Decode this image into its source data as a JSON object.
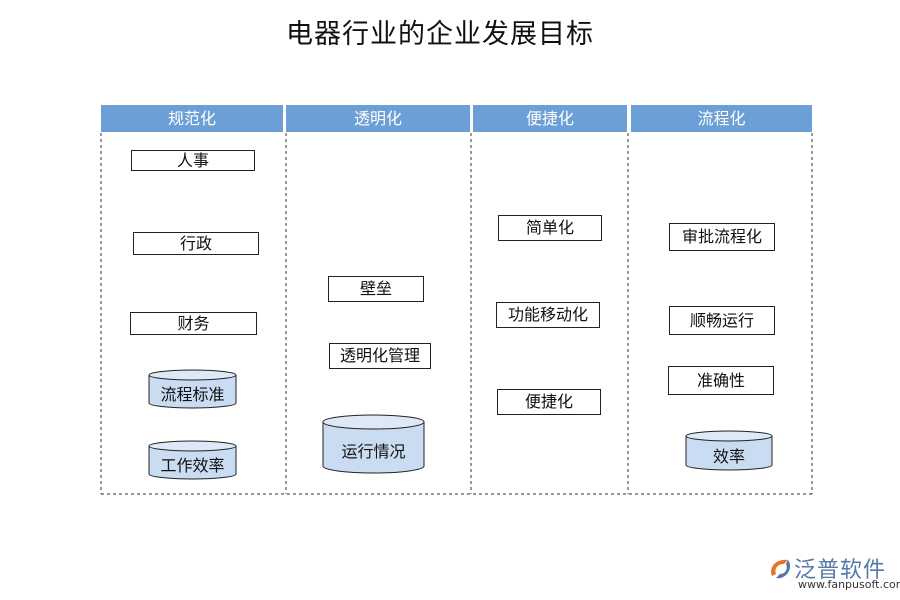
{
  "title": "电器行业的企业发展目标",
  "columns": [
    {
      "header": "规范化",
      "boxes": [
        "人事",
        "行政",
        "财务"
      ],
      "cylinders": [
        "流程标准",
        "工作效率"
      ]
    },
    {
      "header": "透明化",
      "boxes": [
        "壁垒",
        "透明化管理"
      ],
      "cylinders": [
        "运行情况"
      ]
    },
    {
      "header": "便捷化",
      "boxes": [
        "简单化",
        "功能移动化",
        "便捷化"
      ],
      "cylinders": []
    },
    {
      "header": "流程化",
      "boxes": [
        "审批流程化",
        "顺畅运行",
        "准确性"
      ],
      "cylinders": [
        "效率"
      ]
    }
  ],
  "logo": {
    "brand": "泛普软件",
    "url": "www.fanpusoft.com"
  },
  "colors": {
    "header_fill": "#6b9fd6",
    "cylinder_fill": "#c9dcf1"
  }
}
